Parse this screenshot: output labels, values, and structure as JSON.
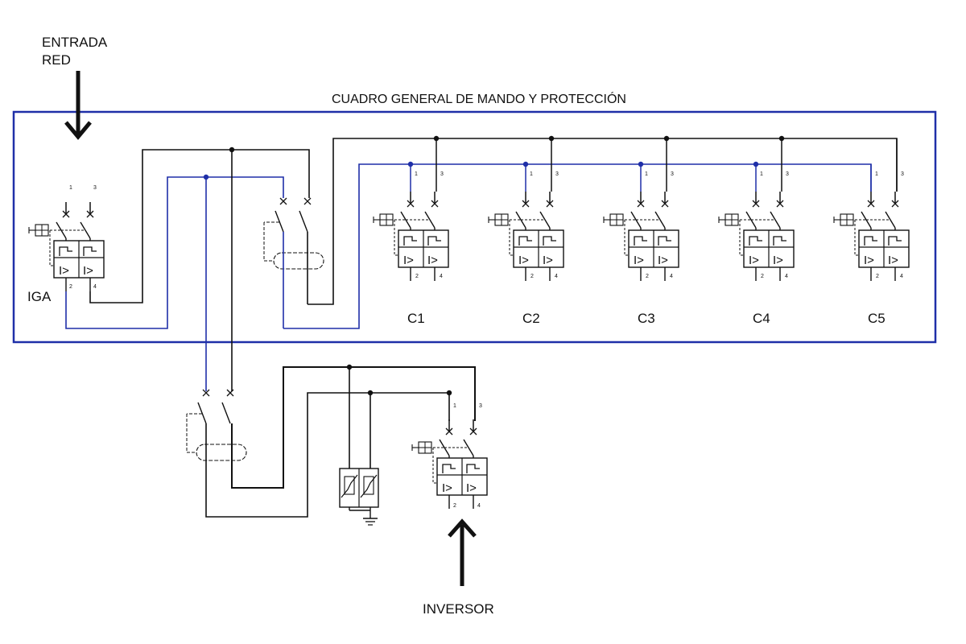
{
  "title": "CUADRO GENERAL DE MANDO Y PROTECCIÓN",
  "input_label_line1": "ENTRADA",
  "input_label_line2": "RED",
  "main_breaker_label": "IGA",
  "inverter_label": "INVERSOR",
  "circuits": [
    "C1",
    "C2",
    "C3",
    "C4",
    "C5"
  ],
  "pin_labels": {
    "in_a": "1",
    "in_b": "3",
    "out_a": "2",
    "out_b": "4"
  },
  "breaker_trip_symbol": "I>",
  "colors": {
    "neutral_wire": "#1f2fa8",
    "phase_wire": "#111111",
    "panel_border": "#1f2fa8"
  }
}
